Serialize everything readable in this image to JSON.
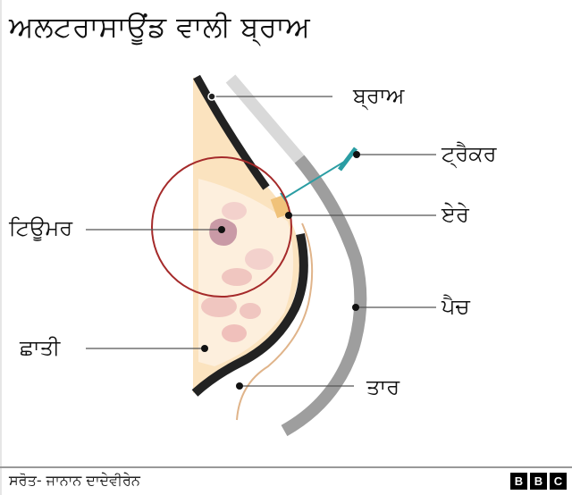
{
  "title": "ਅਲਟਰਾਸਾਊਂਡ ਵਾਲੀ ਬ੍ਰਾਅ",
  "labels": {
    "bra": "ਬ੍ਰਾਅ",
    "tracker": "ਟ੍ਰੈਕਰ",
    "array": "ਏਰੇ",
    "tumour": "ਟਿਊਮਰ",
    "patch": "ਪੈਚ",
    "breast": "ਛਾਤੀ",
    "wire": "ਤਾਰ"
  },
  "footer": {
    "source": "ਸਰੋਤ- ਜਾਨਾਨ ਦਾਦੇਵੀਰੇਨ",
    "logo_letters": [
      "B",
      "B",
      "C"
    ]
  },
  "colors": {
    "breast_fill": "#fbe3bf",
    "breast_inner": "#fdf0e0",
    "tissue_pink": "#f3c9c4",
    "tumour": "#c99aa6",
    "bra_band": "#222222",
    "patch_light": "#d9d9d9",
    "patch_dark": "#9e9e9e",
    "tracker": "#2a9da3",
    "circle": "#a52a2a",
    "wire": "#e0b48a",
    "array": "#f0c27a"
  }
}
